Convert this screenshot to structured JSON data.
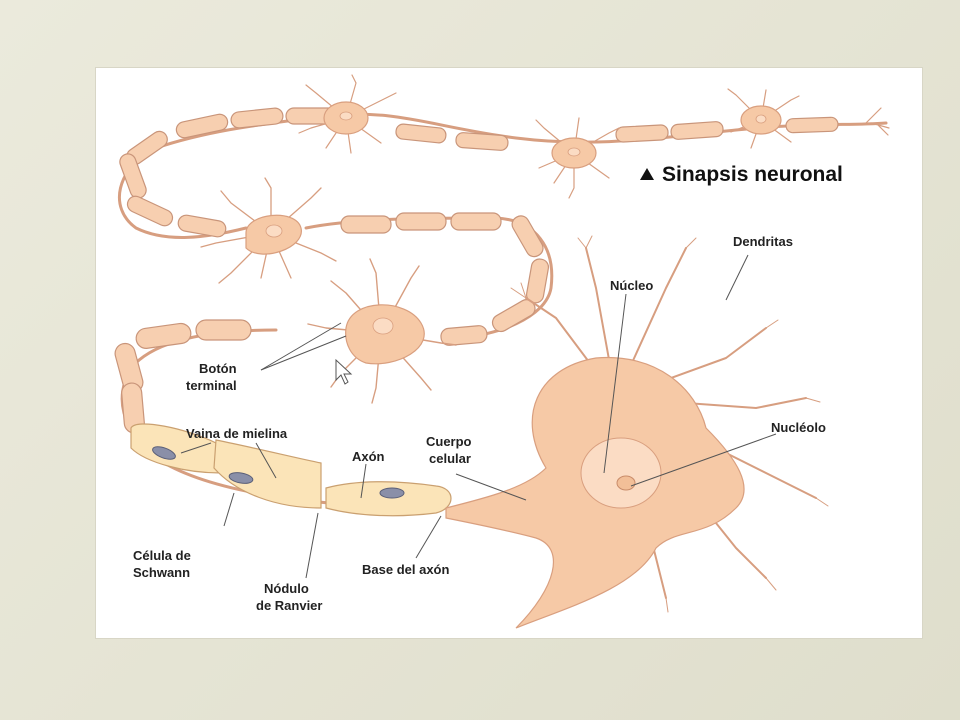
{
  "title": "Sinapsis neuronal",
  "labels": {
    "dendritas": "Dendritas",
    "nucleo": "Núcleo",
    "nucleolo": "Nucléolo",
    "boton_terminal_1": "Botón",
    "boton_terminal_2": "terminal",
    "vaina_de_mielina": "Vaina de mielina",
    "axon": "Axón",
    "cuerpo_celular_1": "Cuerpo",
    "cuerpo_celular_2": "celular",
    "celula_de_schwann_1": "Célula de",
    "celula_de_schwann_2": "Schwann",
    "nodulo_de_ranvier_1": "Nódulo",
    "nodulo_de_ranvier_2": "de Ranvier",
    "base_del_axon": "Base del axón"
  },
  "colors": {
    "cell_fill": "#f6c9a6",
    "cell_stroke": "#d99f7f",
    "myelin_fill": "#f7cfb0",
    "schwann_fill": "#fbe4b8",
    "nucleus_fill": "#fbdcc4",
    "label_text": "#222222"
  },
  "icons": {
    "title_marker": "triangle-up-icon",
    "cursor": "mouse-pointer-icon"
  }
}
